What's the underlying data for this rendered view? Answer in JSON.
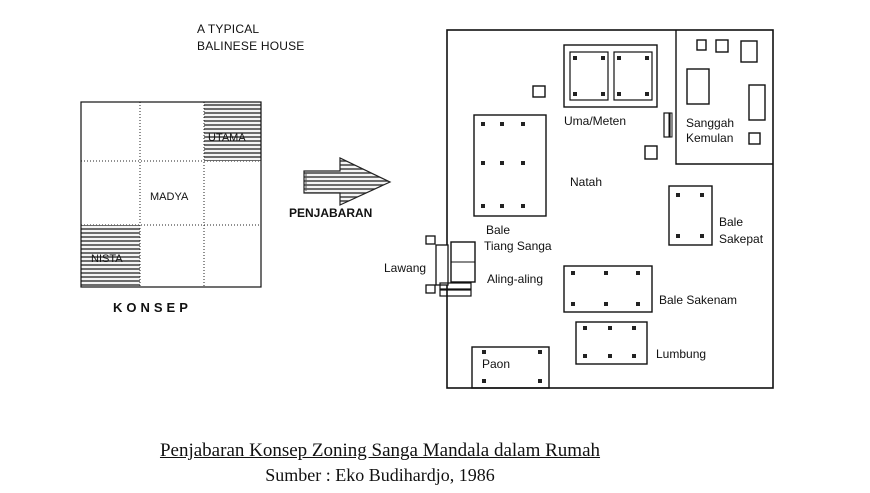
{
  "concept": {
    "header_line1": "A TYPICAL",
    "header_line2": "BALINESE HOUSE",
    "utama": "UTAMA",
    "madya": "MADYA",
    "nista": "NISTA",
    "label": "KONSEP"
  },
  "arrow_label": "PENJABARAN",
  "plan": {
    "uma_meten": "Uma/Meten",
    "sanggah_line1": "Sanggah",
    "sanggah_line2": "Kemulan",
    "natah": "Natah",
    "bale_tiang_line1": "Bale",
    "bale_tiang_line2": "Tiang Sanga",
    "bale_sakepat_line1": "Bale",
    "bale_sakepat_line2": "Sakepat",
    "lawang": "Lawang",
    "aling_aling": "Aling-aling",
    "bale_sakenam": "Bale Sakenam",
    "lumbung": "Lumbung",
    "paon": "Paon"
  },
  "caption": {
    "title": "Penjabaran Konsep Zoning Sanga Mandala dalam Rumah",
    "source": "Sumber : Eko Budihardjo, 1986"
  }
}
